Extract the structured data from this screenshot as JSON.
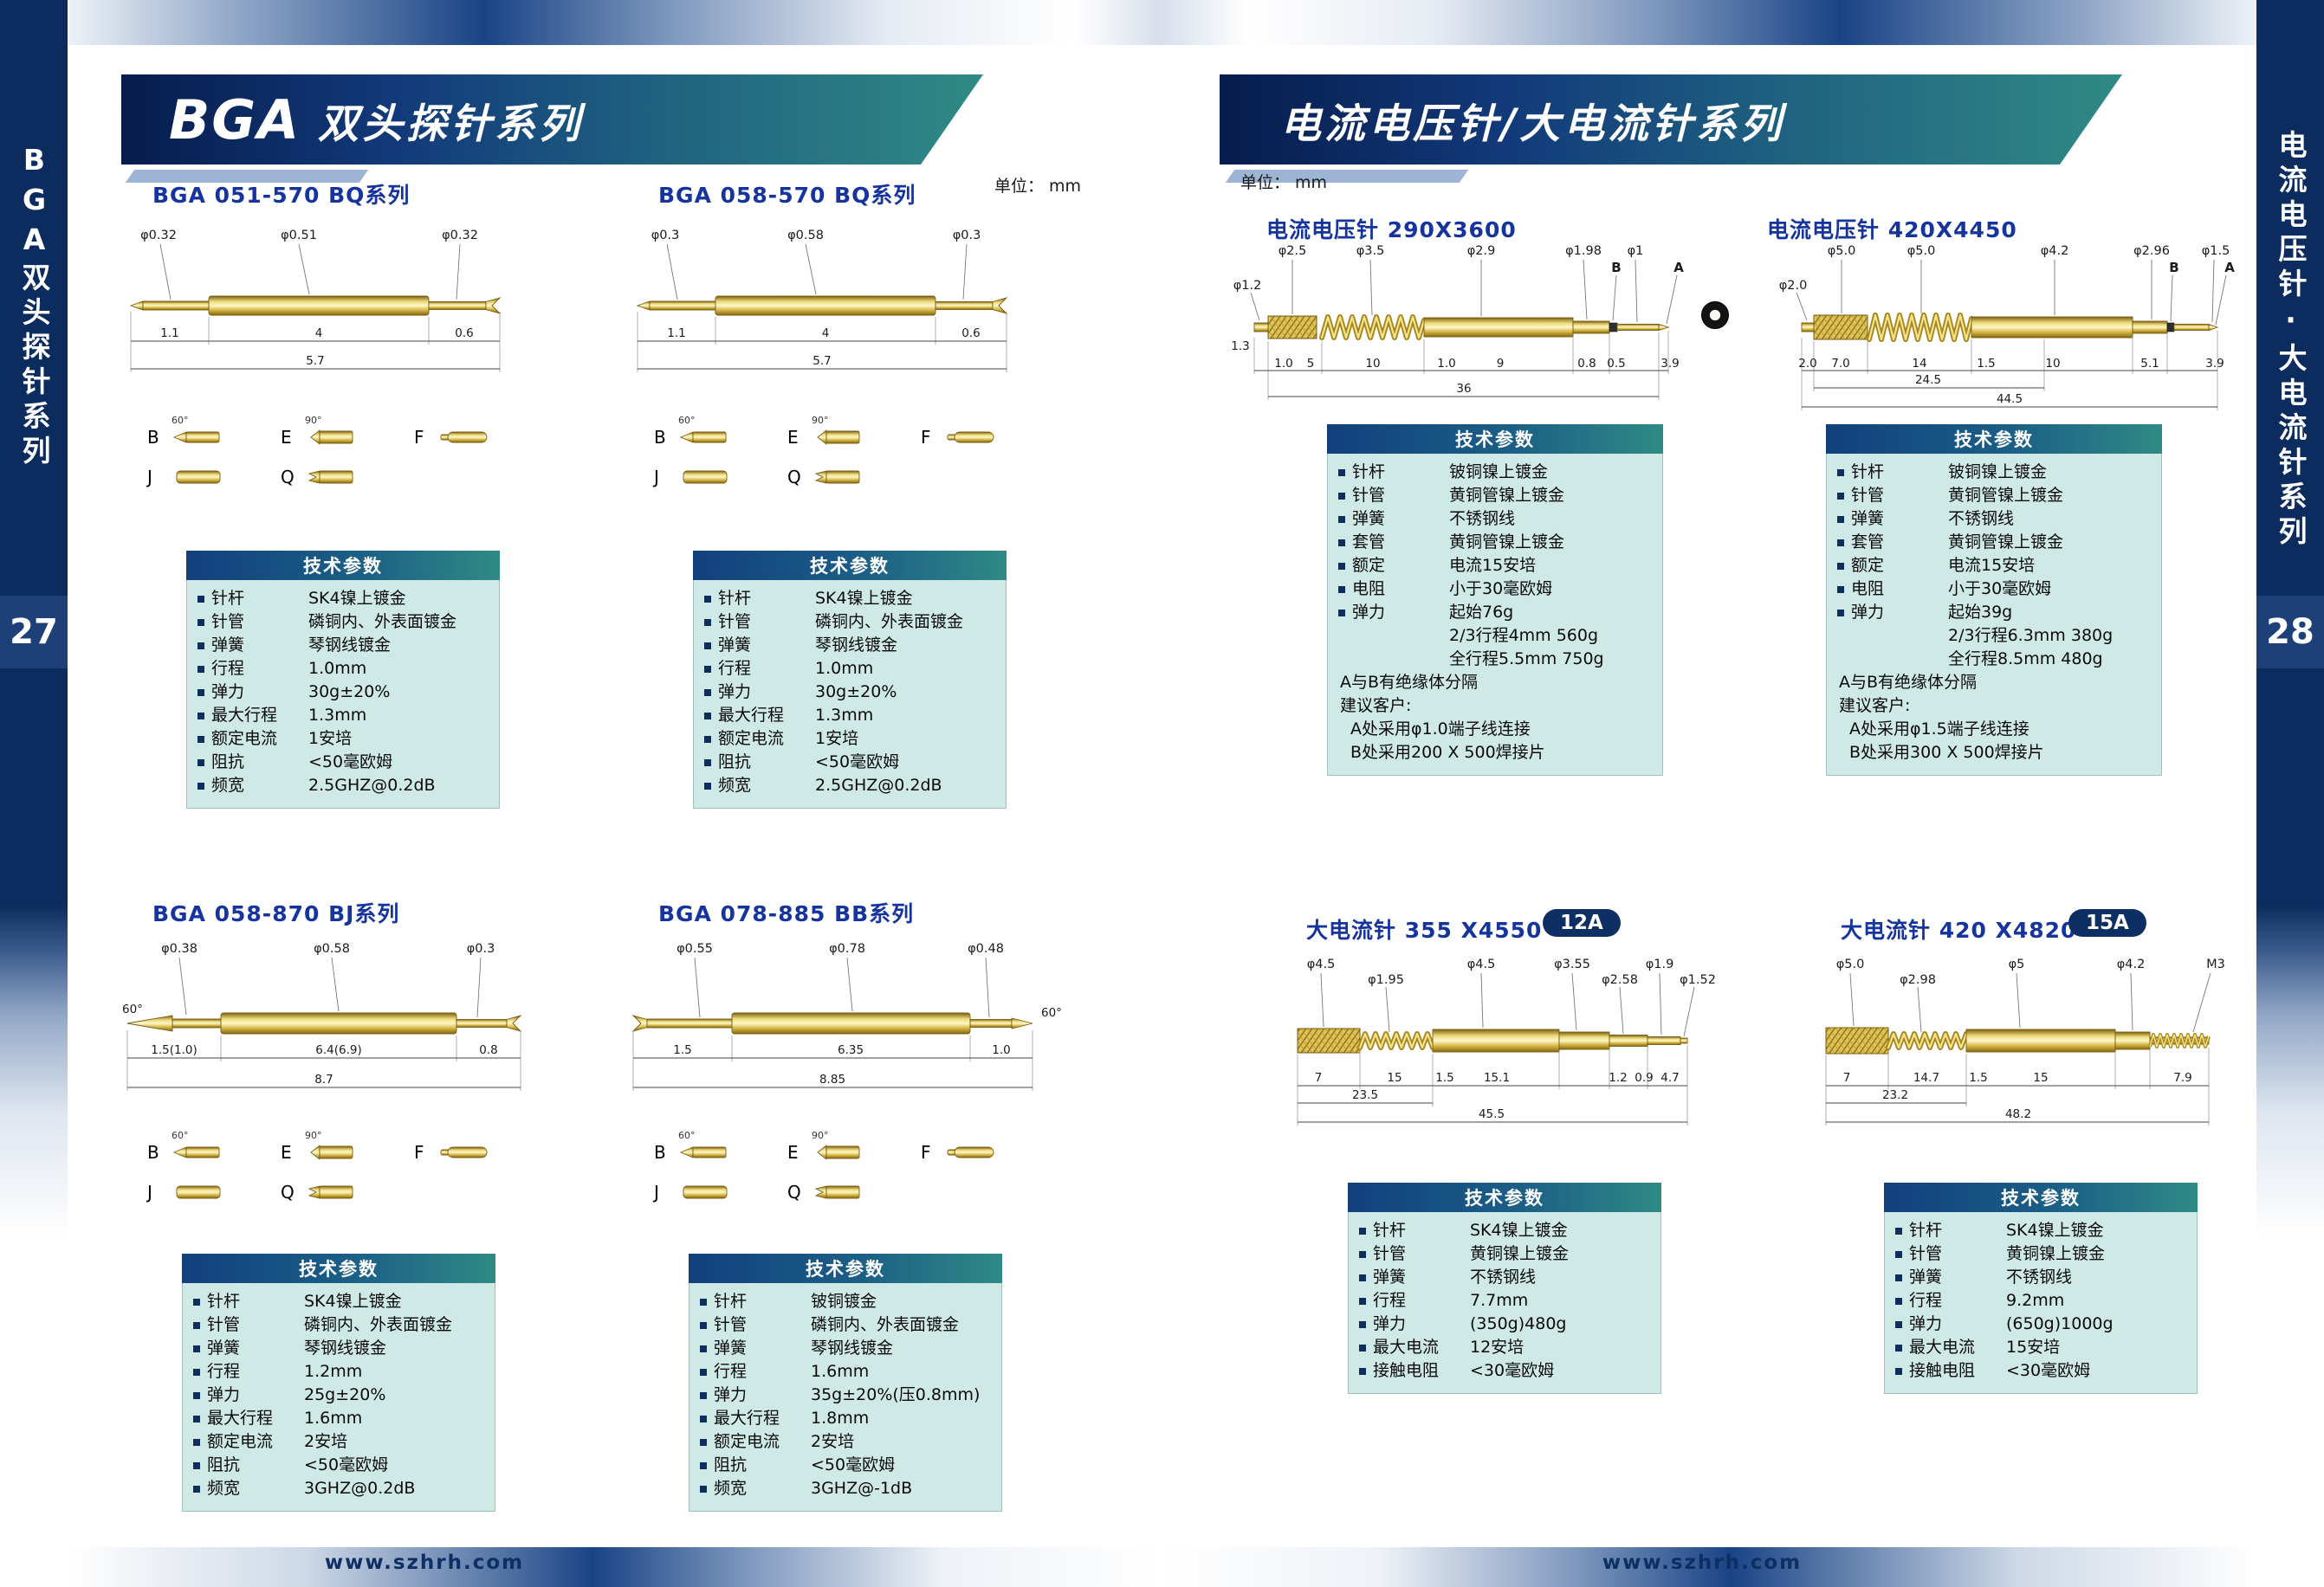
{
  "unit": {
    "label": "单位：",
    "value": "mm"
  },
  "site": {
    "url": "www.szhrh.com"
  },
  "left_page": {
    "sidebar": {
      "vertical_title": "BGA双头探针系列",
      "page_number": "27"
    },
    "banner": {
      "brand": "BGA",
      "title": "双头探针系列"
    },
    "tips": {
      "letters": [
        "B",
        "E",
        "F",
        "J",
        "Q"
      ],
      "angle_b": "60°",
      "angle_e": "90°"
    },
    "products": [
      {
        "title": "BGA 051-570 BQ系列",
        "drawing": {
          "diameters": [
            "φ0.32",
            "φ0.51",
            "φ0.32"
          ],
          "segments": [
            "1.1",
            "4",
            "0.6"
          ],
          "total": "5.7"
        },
        "table": {
          "header": "技术参数",
          "rows": [
            {
              "l": "针杆",
              "v": "SK4镍上镀金"
            },
            {
              "l": "针管",
              "v": "磷铜内、外表面镀金"
            },
            {
              "l": "弹簧",
              "v": "琴钢线镀金"
            },
            {
              "l": "行程",
              "v": "1.0mm"
            },
            {
              "l": "弹力",
              "v": "30g±20%"
            },
            {
              "l": "最大行程",
              "v": "1.3mm"
            },
            {
              "l": "额定电流",
              "v": "1安培"
            },
            {
              "l": "阻抗",
              "v": "<50毫欧姆"
            },
            {
              "l": "频宽",
              "v": "2.5GHZ@0.2dB"
            }
          ]
        }
      },
      {
        "title": "BGA 058-570 BQ系列",
        "drawing": {
          "diameters": [
            "φ0.3",
            "φ0.58",
            "φ0.3"
          ],
          "segments": [
            "1.1",
            "4",
            "0.6"
          ],
          "total": "5.7"
        },
        "table": {
          "header": "技术参数",
          "rows": [
            {
              "l": "针杆",
              "v": "SK4镍上镀金"
            },
            {
              "l": "针管",
              "v": "磷铜内、外表面镀金"
            },
            {
              "l": "弹簧",
              "v": "琴钢线镀金"
            },
            {
              "l": "行程",
              "v": "1.0mm"
            },
            {
              "l": "弹力",
              "v": "30g±20%"
            },
            {
              "l": "最大行程",
              "v": "1.3mm"
            },
            {
              "l": "额定电流",
              "v": "1安培"
            },
            {
              "l": "阻抗",
              "v": "<50毫欧姆"
            },
            {
              "l": "频宽",
              "v": "2.5GHZ@0.2dB"
            }
          ]
        }
      },
      {
        "title": "BGA 058-870 BJ系列",
        "drawing": {
          "angle": "60°",
          "diameters": [
            "φ0.38",
            "φ0.58",
            "φ0.3"
          ],
          "segments": [
            "1.5(1.0)",
            "6.4(6.9)",
            "0.8"
          ],
          "total": "8.7"
        },
        "table": {
          "header": "技术参数",
          "rows": [
            {
              "l": "针杆",
              "v": "SK4镍上镀金"
            },
            {
              "l": "针管",
              "v": "磷铜内、外表面镀金"
            },
            {
              "l": "弹簧",
              "v": "琴钢线镀金"
            },
            {
              "l": "行程",
              "v": "1.2mm"
            },
            {
              "l": "弹力",
              "v": "25g±20%"
            },
            {
              "l": "最大行程",
              "v": "1.6mm"
            },
            {
              "l": "额定电流",
              "v": "2安培"
            },
            {
              "l": "阻抗",
              "v": "<50毫欧姆"
            },
            {
              "l": "频宽",
              "v": "3GHZ@0.2dB"
            }
          ]
        }
      },
      {
        "title": "BGA 078-885 BB系列",
        "drawing": {
          "angle": "60°",
          "diameters": [
            "φ0.55",
            "φ0.78",
            "φ0.48"
          ],
          "segments": [
            "1.5",
            "6.35",
            "1.0"
          ],
          "total": "8.85"
        },
        "table": {
          "header": "技术参数",
          "rows": [
            {
              "l": "针杆",
              "v": "铍铜镀金"
            },
            {
              "l": "针管",
              "v": "磷铜内、外表面镀金"
            },
            {
              "l": "弹簧",
              "v": "琴钢线镀金"
            },
            {
              "l": "行程",
              "v": "1.6mm"
            },
            {
              "l": "弹力",
              "v": "35g±20%(压0.8mm)"
            },
            {
              "l": "最大行程",
              "v": "1.8mm"
            },
            {
              "l": "额定电流",
              "v": "2安培"
            },
            {
              "l": "阻抗",
              "v": "<50毫欧姆"
            },
            {
              "l": "频宽",
              "v": "3GHZ@-1dB"
            }
          ]
        }
      }
    ]
  },
  "right_page": {
    "sidebar": {
      "vertical_title": "电流电压针·大电流针系列",
      "page_number": "28"
    },
    "banner": {
      "title": "电流电压针/大电流针系列"
    },
    "products": [
      {
        "title": "电流电压针 290X3600",
        "drawing": {
          "diameters": [
            "φ1.2",
            "φ2.5",
            "φ3.5",
            "φ2.9",
            "φ1.98",
            "φ1"
          ],
          "point_b": "B",
          "point_a": "A",
          "segments": [
            "1.3",
            "1.0",
            "5",
            "10",
            "1.0",
            "9",
            "0.8",
            "0.5",
            "3.9"
          ],
          "total": "36"
        },
        "table": {
          "header": "技术参数",
          "rows": [
            {
              "l": "针杆",
              "v": "铍铜镍上镀金"
            },
            {
              "l": "针管",
              "v": "黄铜管镍上镀金"
            },
            {
              "l": "弹簧",
              "v": "不锈钢线"
            },
            {
              "l": "套管",
              "v": "黄铜管镍上镀金"
            },
            {
              "l": "额定",
              "v": "电流15安培"
            },
            {
              "l": "电阻",
              "v": "小于30毫欧姆"
            },
            {
              "l": "弹力",
              "v": "起始76g"
            },
            {
              "l": "",
              "v": "2/3行程4mm 560g"
            },
            {
              "l": "",
              "v": "全行程5.5mm 750g"
            }
          ],
          "notes": [
            "A与B有绝缘体分隔",
            "建议客户:",
            "A处采用φ1.0端子线连接",
            "B处采用200 X 500焊接片"
          ]
        }
      },
      {
        "title": "电流电压针 420X4450",
        "drawing": {
          "diameters": [
            "φ2.0",
            "φ5.0",
            "φ5.0",
            "φ4.2",
            "φ2.96",
            "φ1.5"
          ],
          "point_b": "B",
          "point_a": "A",
          "segments": [
            "2.0",
            "7.0",
            "14",
            "1.5",
            "10",
            "5.1",
            "3.9"
          ],
          "subtotal": "24.5",
          "total": "44.5"
        },
        "table": {
          "header": "技术参数",
          "rows": [
            {
              "l": "针杆",
              "v": "铍铜镍上镀金"
            },
            {
              "l": "针管",
              "v": "黄铜管镍上镀金"
            },
            {
              "l": "弹簧",
              "v": "不锈钢线"
            },
            {
              "l": "套管",
              "v": "黄铜管镍上镀金"
            },
            {
              "l": "额定",
              "v": "电流15安培"
            },
            {
              "l": "电阻",
              "v": "小于30毫欧姆"
            },
            {
              "l": "弹力",
              "v": "起始39g"
            },
            {
              "l": "",
              "v": "2/3行程6.3mm 380g"
            },
            {
              "l": "",
              "v": "全行程8.5mm 480g"
            }
          ],
          "notes": [
            "A与B有绝缘体分隔",
            "建议客户:",
            "A处采用φ1.5端子线连接",
            "B处采用300 X 500焊接片"
          ]
        }
      },
      {
        "title": "大电流针 355 X4550",
        "badge": "12A",
        "drawing": {
          "diameters": [
            "φ4.5",
            "φ1.95",
            "φ4.5",
            "φ3.55",
            "φ2.58",
            "φ1.9",
            "φ1.52"
          ],
          "segments": [
            "7",
            "15",
            "1.5",
            "15.1",
            "1.2",
            "0.9",
            "4.7"
          ],
          "subtotal": "23.5",
          "total": "45.5"
        },
        "table": {
          "header": "技术参数",
          "rows": [
            {
              "l": "针杆",
              "v": "SK4镍上镀金"
            },
            {
              "l": "针管",
              "v": "黄铜镍上镀金"
            },
            {
              "l": "弹簧",
              "v": "不锈钢线"
            },
            {
              "l": "行程",
              "v": "7.7mm"
            },
            {
              "l": "弹力",
              "v": "(350g)480g"
            },
            {
              "l": "最大电流",
              "v": "12安培"
            },
            {
              "l": "接触电阻",
              "v": "<30毫欧姆"
            }
          ]
        }
      },
      {
        "title": "大电流针 420 X4820",
        "badge": "15A",
        "drawing": {
          "diameters": [
            "φ5.0",
            "φ2.98",
            "φ5",
            "φ4.2"
          ],
          "thread": "M3",
          "segments": [
            "7",
            "14.7",
            "1.5",
            "15",
            "7.9"
          ],
          "subtotal": "23.2",
          "total": "48.2"
        },
        "table": {
          "header": "技术参数",
          "rows": [
            {
              "l": "针杆",
              "v": "SK4镍上镀金"
            },
            {
              "l": "针管",
              "v": "黄铜镍上镀金"
            },
            {
              "l": "弹簧",
              "v": "不锈钢线"
            },
            {
              "l": "行程",
              "v": "9.2mm"
            },
            {
              "l": "弹力",
              "v": "(650g)1000g"
            },
            {
              "l": "最大电流",
              "v": "15安培"
            },
            {
              "l": "接触电阻",
              "v": "<30毫欧姆"
            }
          ]
        }
      }
    ]
  }
}
